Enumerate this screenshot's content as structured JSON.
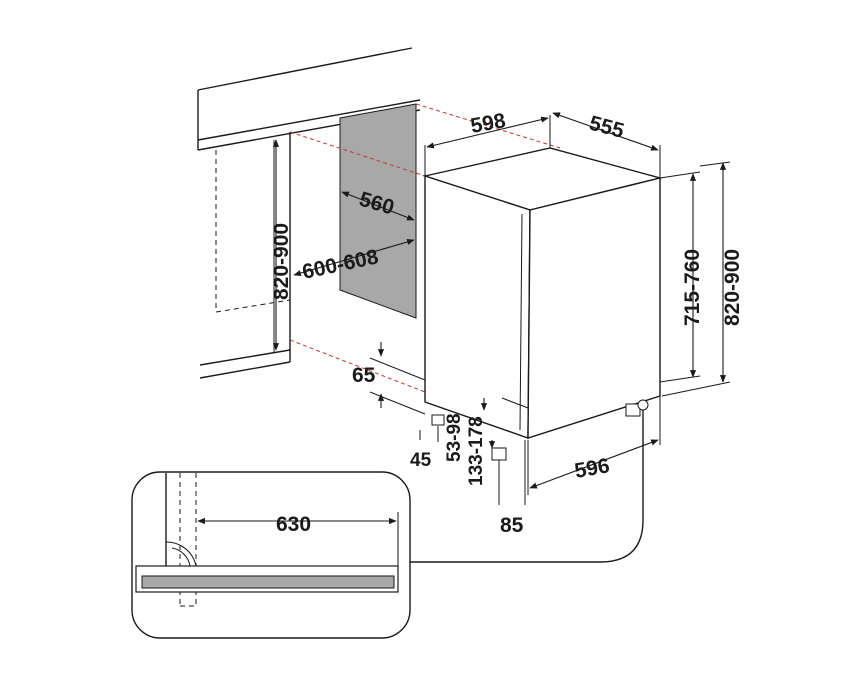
{
  "diagram": {
    "colors": {
      "line": "#1a1a1a",
      "cavity_wall": "#a8a8a8",
      "worktop_section": "#a8a8a8",
      "guide_lines": "#c0392b",
      "background": "#ffffff"
    },
    "dimensions": {
      "appliance_width": "598",
      "appliance_depth": "555",
      "niche_depth": "560",
      "niche_width": "600-608",
      "niche_height": "820-900",
      "appliance_height_right": "820-900",
      "door_height": "715-760",
      "plinth_depth": "65",
      "bottom_offset": "45",
      "foot_height": "53-98",
      "plinth_height": "133-178",
      "foot_setback": "85",
      "bottom_width": "596",
      "detail_clearance": "630"
    }
  }
}
